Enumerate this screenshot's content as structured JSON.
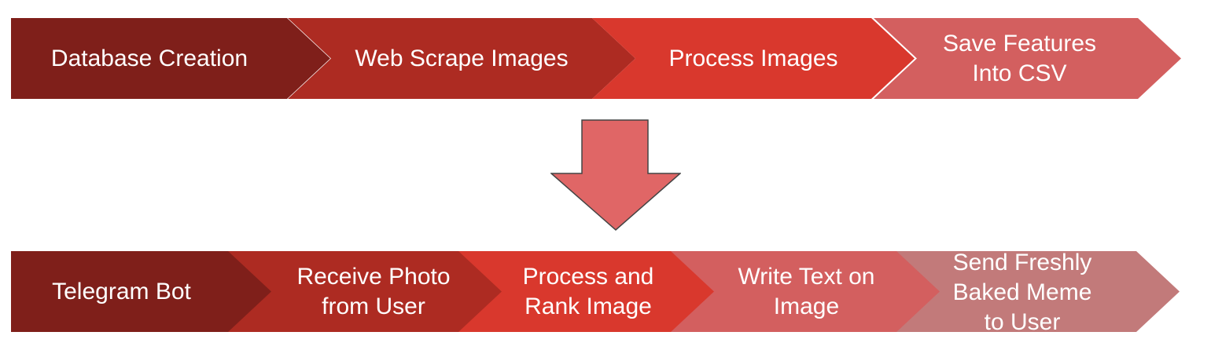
{
  "diagram": {
    "top_row": [
      {
        "label": "Database Creation",
        "color": "#7f1f1a"
      },
      {
        "label": "Web Scrape Images",
        "color": "#ad2b22"
      },
      {
        "label": "Process Images",
        "color": "#d9382d"
      },
      {
        "label": "Save Features\nInto CSV",
        "color": "#d35f5f"
      }
    ],
    "bottom_row": [
      {
        "label": "Telegram Bot",
        "color": "#7f1f1a"
      },
      {
        "label": "Receive Photo\nfrom User",
        "color": "#ad2b22"
      },
      {
        "label": "Process and\nRank Image",
        "color": "#d9382d"
      },
      {
        "label": "Write Text on\nImage",
        "color": "#d35f5f"
      },
      {
        "label": "Send Freshly\nBaked Meme\nto User",
        "color": "#c27a7a"
      }
    ],
    "arrow": {
      "color": "#e06666",
      "stroke": "#444444",
      "direction": "down"
    }
  }
}
